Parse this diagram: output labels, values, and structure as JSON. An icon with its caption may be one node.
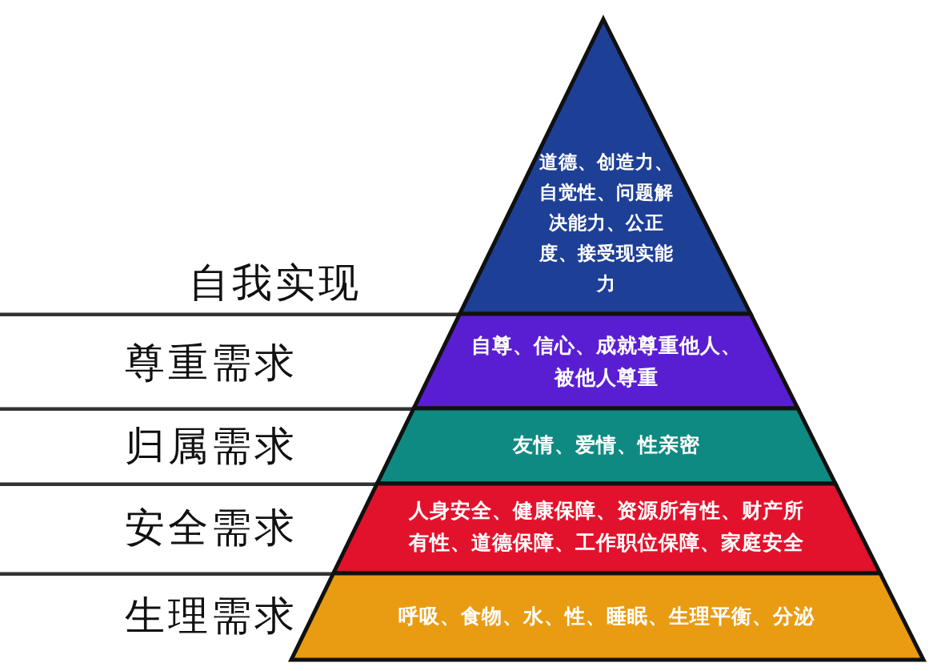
{
  "diagram": {
    "nodes": [
      {
        "text": [
          "自我实现",
          "道德、创造力、自觉性、问题解决能力、公正度、接受现实能力"
        ]
      },
      {
        "text": [
          "尊重需求",
          "自尊、信心、成就尊重他人、被他人尊重"
        ]
      },
      {
        "text": [
          "归属需求",
          "友情、爱情、性亲密"
        ]
      },
      {
        "text": [
          "安全需求",
          "人身安全、健康保障、资源所有性、财产所有性、道德保障、工作职位保障、家庭安全"
        ]
      },
      {
        "text": [
          "生理需求",
          "呼吸、食物、水、性、睡眠、生理平衡、分泌"
        ]
      }
    ]
  }
}
